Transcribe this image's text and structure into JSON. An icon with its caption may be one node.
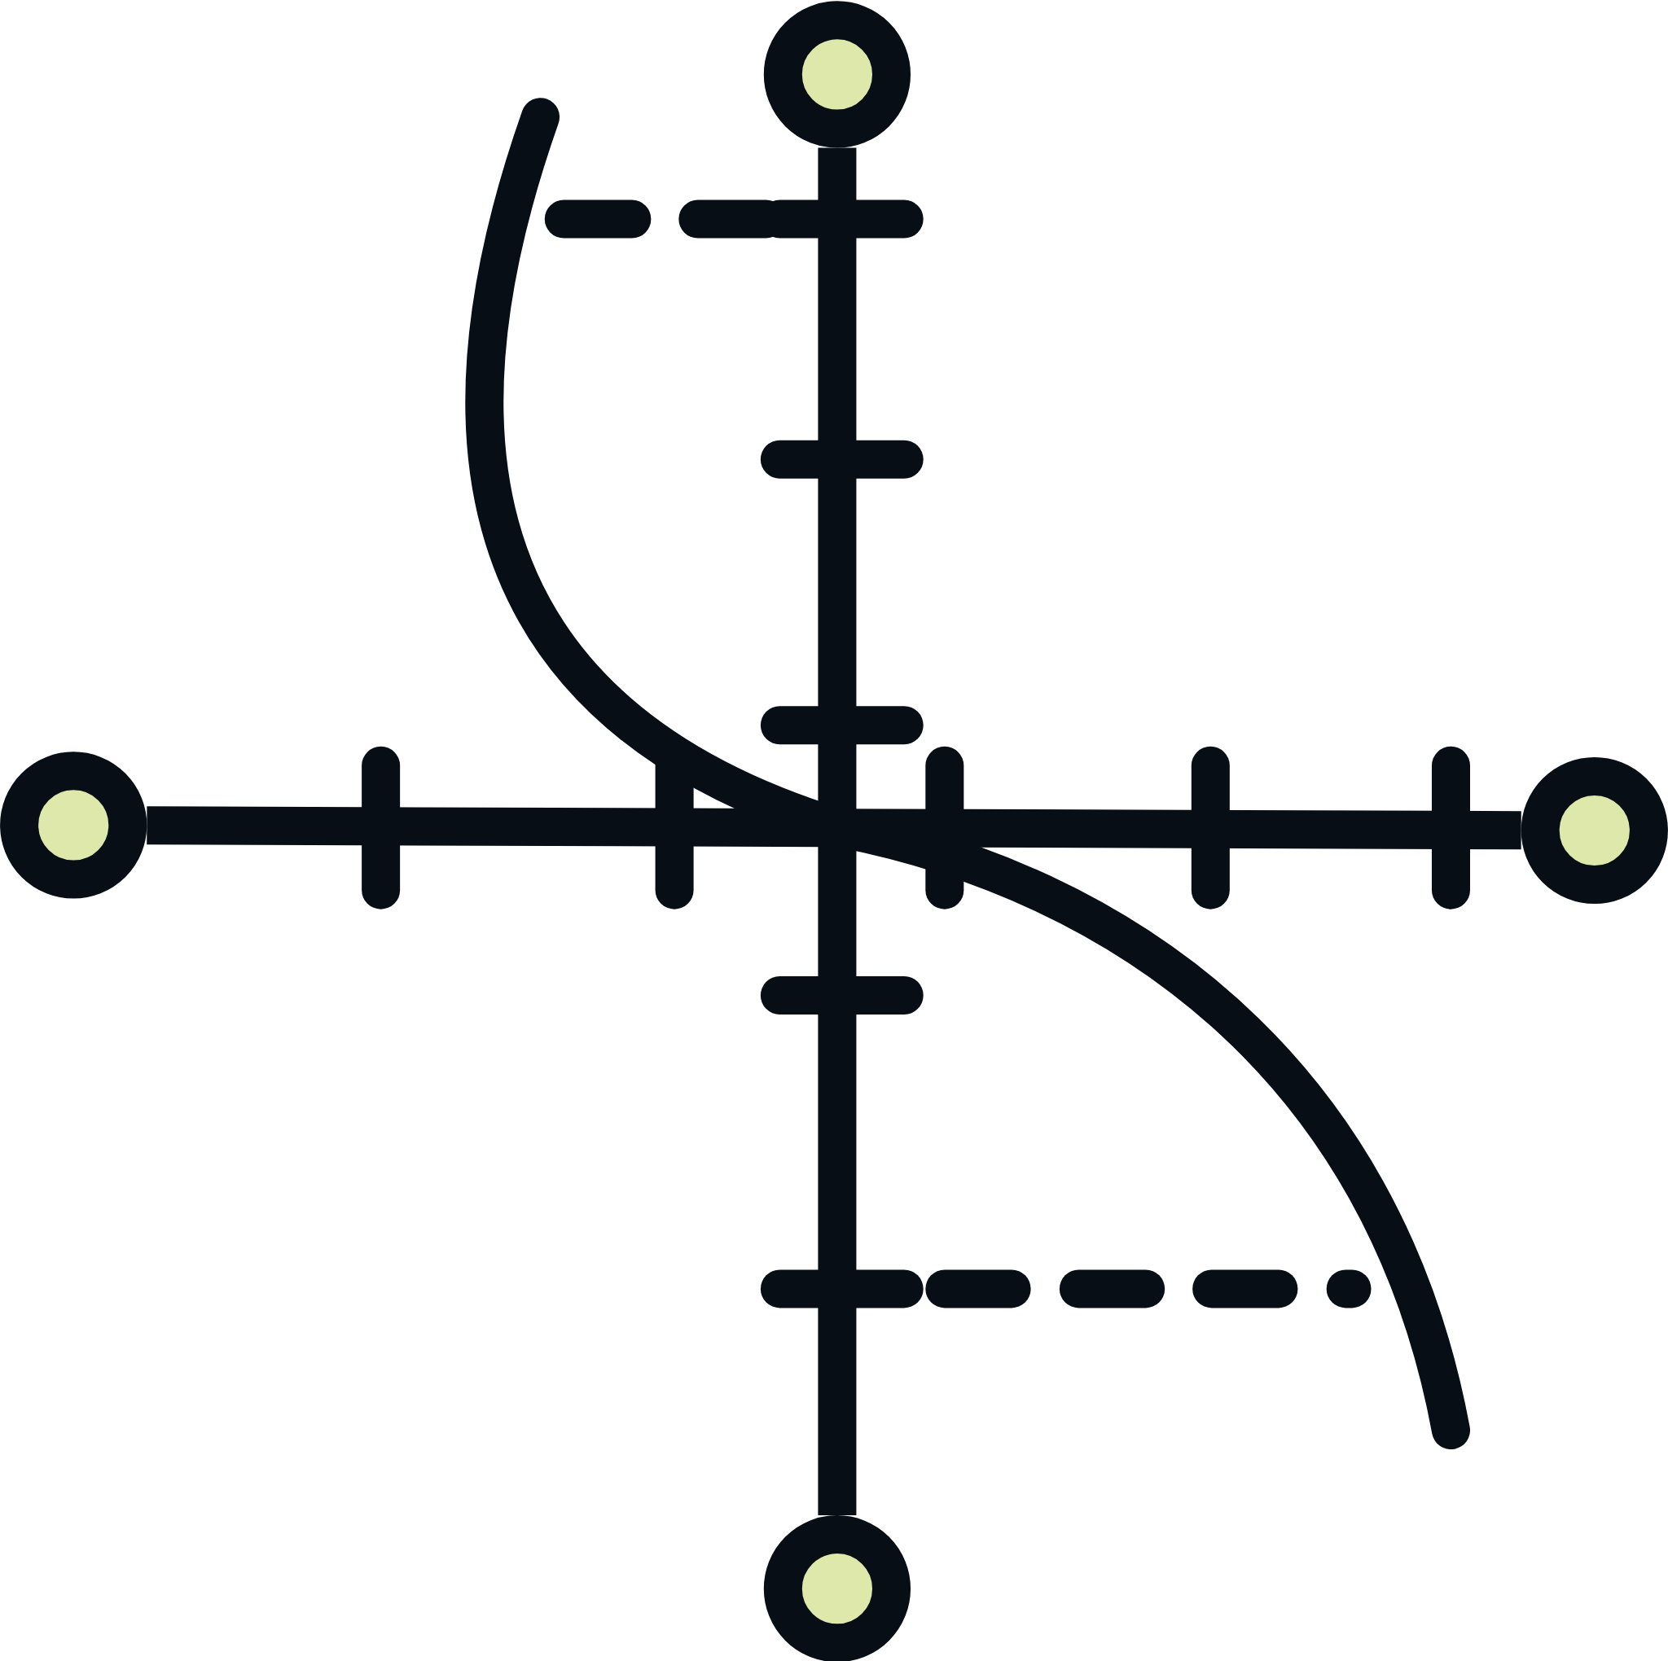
{
  "diagram": {
    "nodes": [
      {
        "text": [],
        "shape": "circle"
      },
      {
        "text": [],
        "shape": "circle"
      },
      {
        "text": [],
        "shape": "circle"
      },
      {
        "text": [],
        "shape": "circle"
      }
    ],
    "edges": [
      {
        "from": 0,
        "to": 3,
        "arrow": "none"
      },
      {
        "from": 1,
        "to": 2,
        "arrow": "none"
      }
    ]
  }
}
